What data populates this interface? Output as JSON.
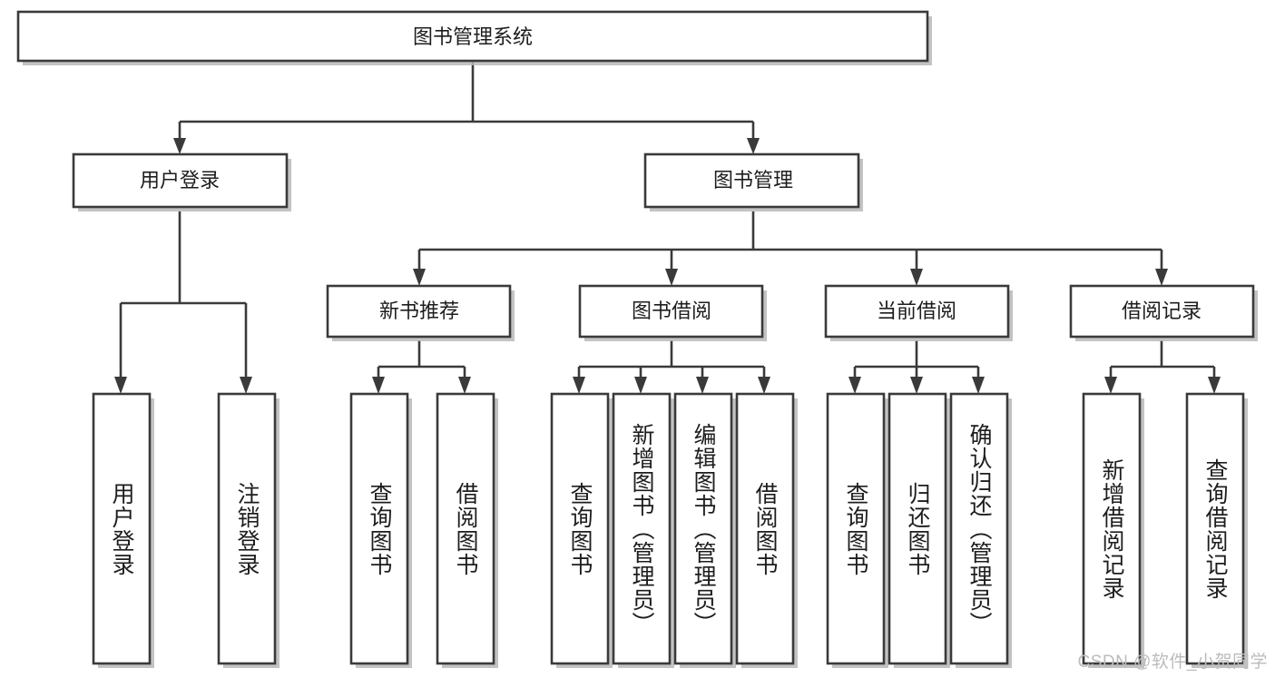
{
  "diagram": {
    "type": "tree",
    "title": "图书管理系统",
    "root": {
      "id": "root",
      "label": "图书管理系统"
    },
    "level2": [
      {
        "id": "user-login",
        "label": "用户登录"
      },
      {
        "id": "book-manage",
        "label": "图书管理"
      }
    ],
    "level3": [
      {
        "id": "new-book-rec",
        "label": "新书推荐",
        "parent": "book-manage"
      },
      {
        "id": "book-borrow",
        "label": "图书借阅",
        "parent": "book-manage"
      },
      {
        "id": "current-borrow",
        "label": "当前借阅",
        "parent": "book-manage"
      },
      {
        "id": "borrow-record",
        "label": "借阅记录",
        "parent": "book-manage"
      }
    ],
    "leaves": [
      {
        "id": "leaf-user-login",
        "label": "用户登录",
        "parent": "user-login"
      },
      {
        "id": "leaf-logout",
        "label": "注销登录",
        "parent": "user-login"
      },
      {
        "id": "leaf-query-book-1",
        "label": "查询图书",
        "parent": "new-book-rec"
      },
      {
        "id": "leaf-borrow-book-1",
        "label": "借阅图书",
        "parent": "new-book-rec"
      },
      {
        "id": "leaf-query-book-2",
        "label": "查询图书",
        "parent": "book-borrow"
      },
      {
        "id": "leaf-add-book",
        "label": "新增图书（管理员）",
        "parent": "book-borrow"
      },
      {
        "id": "leaf-edit-book",
        "label": "编辑图书（管理员）",
        "parent": "book-borrow"
      },
      {
        "id": "leaf-borrow-book-2",
        "label": "借阅图书",
        "parent": "book-borrow"
      },
      {
        "id": "leaf-query-book-3",
        "label": "查询图书",
        "parent": "current-borrow"
      },
      {
        "id": "leaf-return-book",
        "label": "归还图书",
        "parent": "current-borrow"
      },
      {
        "id": "leaf-confirm-return",
        "label": "确认归还（管理员）",
        "parent": "current-borrow"
      },
      {
        "id": "leaf-add-record",
        "label": "新增借阅记录",
        "parent": "borrow-record"
      },
      {
        "id": "leaf-query-record",
        "label": "查询借阅记录",
        "parent": "borrow-record"
      }
    ],
    "colors": {
      "stroke": "#3a3a3a",
      "fill": "#ffffff",
      "text": "#1d1d1d",
      "shadow": "#b9b9b9",
      "watermark": "#bcbcbc"
    }
  },
  "watermark": {
    "text": "CSDN @软件_小贺同学"
  }
}
